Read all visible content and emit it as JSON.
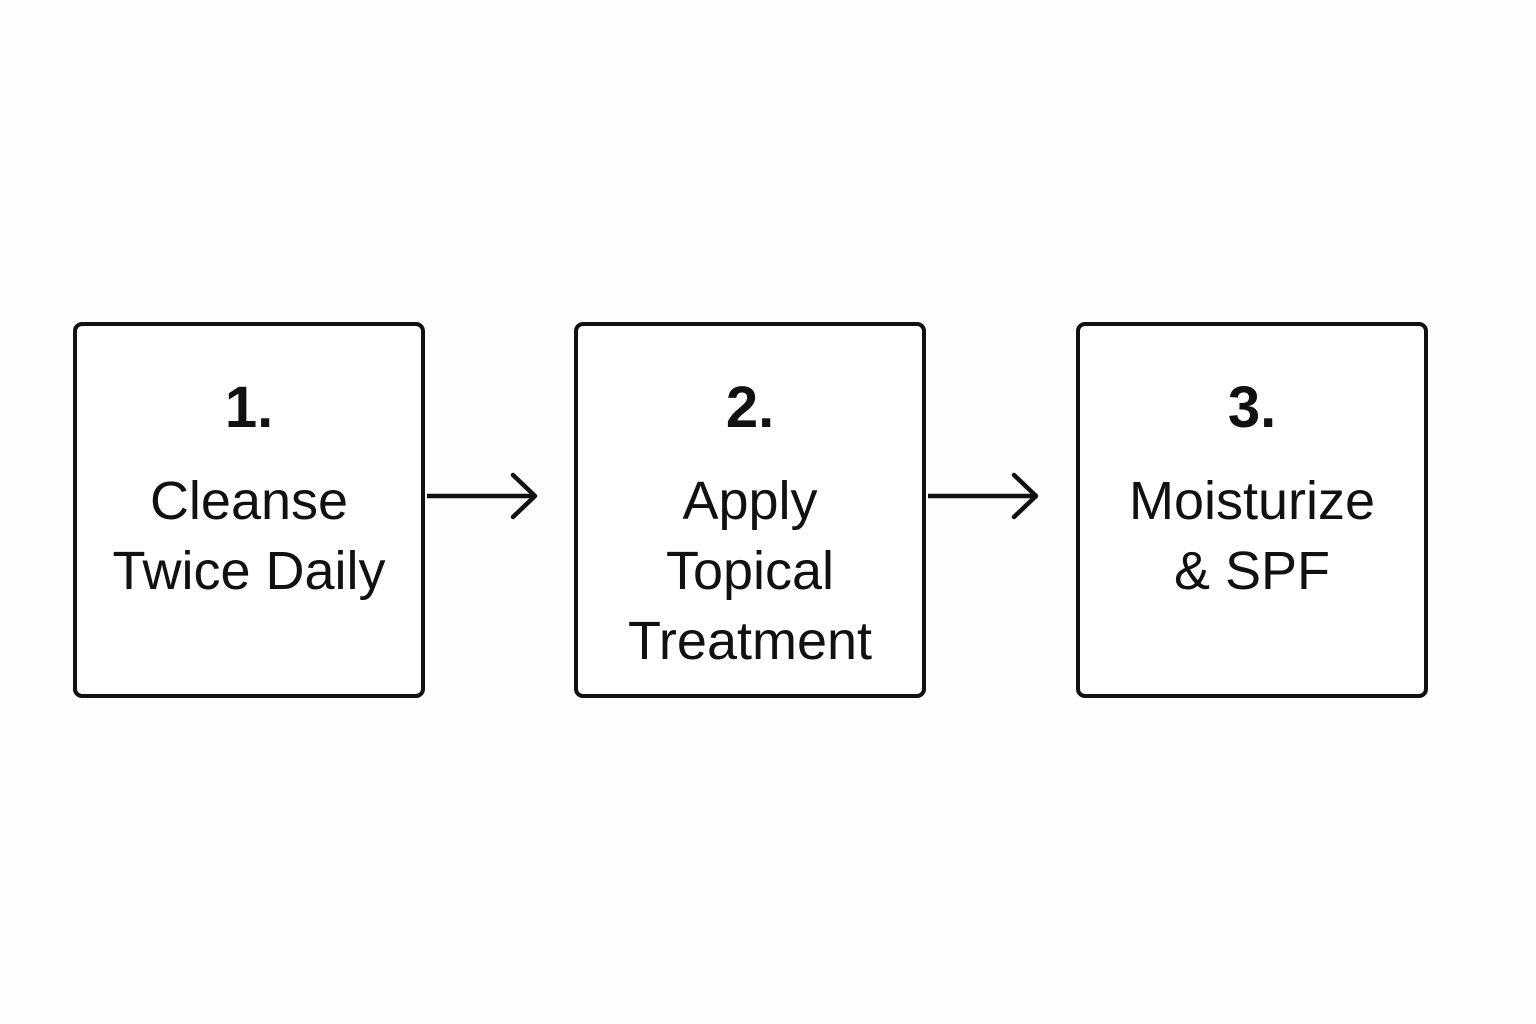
{
  "steps": [
    {
      "number": "1.",
      "label_lines": [
        "Cleanse",
        "Twice Daily"
      ]
    },
    {
      "number": "2.",
      "label_lines": [
        "Apply",
        "Topical",
        "Treatment"
      ]
    },
    {
      "number": "3.",
      "label_lines": [
        "Moisturize",
        "& SPF"
      ]
    }
  ],
  "colors": {
    "stroke": "#111111",
    "background": "#fdfdfd",
    "box_fill": "#ffffff"
  },
  "icons": {
    "connector": "right-arrow-icon"
  }
}
